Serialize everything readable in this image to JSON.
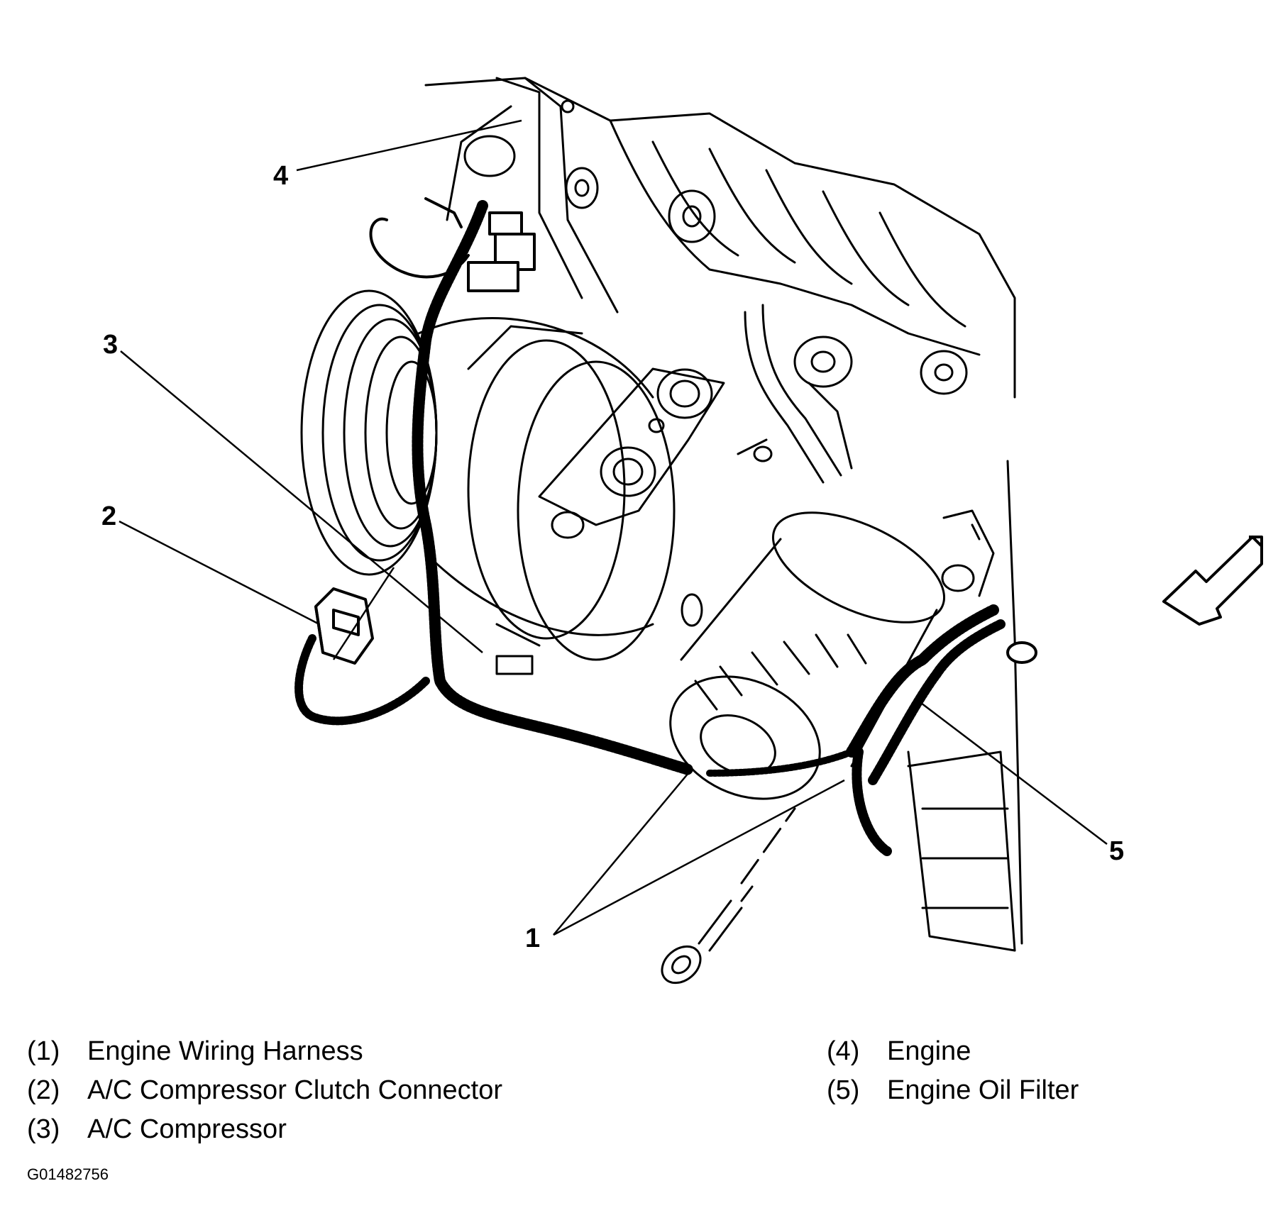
{
  "callouts": [
    {
      "number": "1",
      "target": "engine-wiring-harness"
    },
    {
      "number": "2",
      "target": "ac-compressor-clutch-connector"
    },
    {
      "number": "3",
      "target": "ac-compressor"
    },
    {
      "number": "4",
      "target": "engine"
    },
    {
      "number": "5",
      "target": "engine-oil-filter"
    }
  ],
  "legend": [
    {
      "num": "(1)",
      "label": "Engine Wiring Harness"
    },
    {
      "num": "(2)",
      "label": "A/C Compressor Clutch Connector"
    },
    {
      "num": "(3)",
      "label": "A/C Compressor"
    },
    {
      "num": "(4)",
      "label": "Engine"
    },
    {
      "num": "(5)",
      "label": "Engine Oil Filter"
    }
  ],
  "figure_id": "G01482756",
  "icons": {
    "view_arrow": "view-direction-arrow-icon"
  }
}
